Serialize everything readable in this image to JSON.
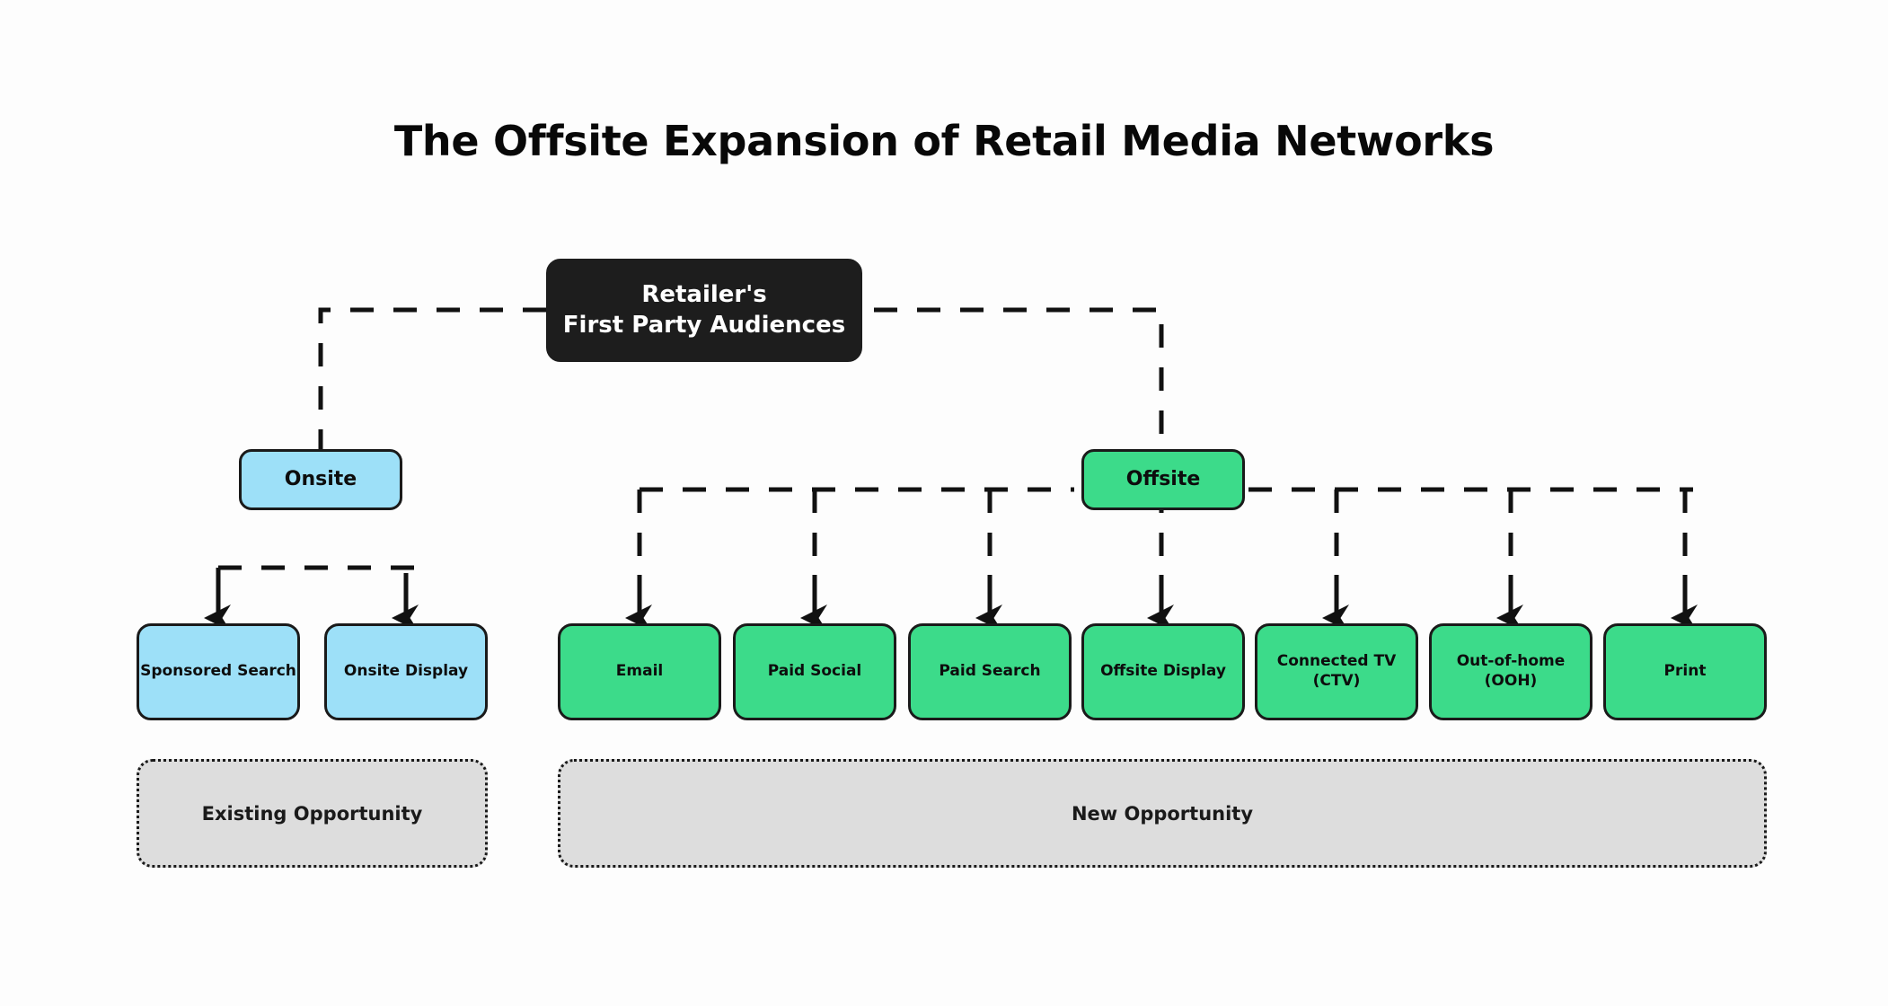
{
  "title": "The Offsite Expansion of Retail Media Networks",
  "colors": {
    "background": "#fdfdfd",
    "root_fill": "#1d1d1d",
    "root_text": "#ffffff",
    "onsite_fill": "#9DE0F8",
    "offsite_fill": "#3CDB8A",
    "group_fill": "#dddddd",
    "stroke": "#1a1a1a"
  },
  "root": {
    "line1": "Retailer's",
    "line2": "First Party Audiences"
  },
  "branches": [
    {
      "id": "onsite",
      "label": "Onsite"
    },
    {
      "id": "offsite",
      "label": "Offsite"
    }
  ],
  "onsite_children": [
    {
      "label": "Sponsored Search"
    },
    {
      "label": "Onsite Display"
    }
  ],
  "offsite_children": [
    {
      "label": "Email"
    },
    {
      "label": "Paid Social"
    },
    {
      "label": "Paid Search"
    },
    {
      "label": "Offsite Display"
    },
    {
      "label": "Connected TV (CTV)"
    },
    {
      "label": "Out-of-home (OOH)"
    },
    {
      "label": "Print"
    }
  ],
  "groups": [
    {
      "id": "existing",
      "label": "Existing Opportunity"
    },
    {
      "id": "new",
      "label": "New Opportunity"
    }
  ],
  "chart_data": {
    "type": "diagram",
    "diagram_kind": "hierarchy-tree",
    "title": "The Offsite Expansion of Retail Media Networks",
    "nodes": [
      {
        "id": "root",
        "label": "Retailer's First Party Audiences",
        "level": 0,
        "fill": "#1d1d1d"
      },
      {
        "id": "onsite",
        "label": "Onsite",
        "level": 1,
        "fill": "#9DE0F8",
        "parent": "root"
      },
      {
        "id": "offsite",
        "label": "Offsite",
        "level": 1,
        "fill": "#3CDB8A",
        "parent": "root"
      },
      {
        "id": "sponsored-search",
        "label": "Sponsored Search",
        "level": 2,
        "fill": "#9DE0F8",
        "parent": "onsite"
      },
      {
        "id": "onsite-display",
        "label": "Onsite Display",
        "level": 2,
        "fill": "#9DE0F8",
        "parent": "onsite"
      },
      {
        "id": "email",
        "label": "Email",
        "level": 2,
        "fill": "#3CDB8A",
        "parent": "offsite"
      },
      {
        "id": "paid-social",
        "label": "Paid Social",
        "level": 2,
        "fill": "#3CDB8A",
        "parent": "offsite"
      },
      {
        "id": "paid-search",
        "label": "Paid Search",
        "level": 2,
        "fill": "#3CDB8A",
        "parent": "offsite"
      },
      {
        "id": "offsite-display",
        "label": "Offsite Display",
        "level": 2,
        "fill": "#3CDB8A",
        "parent": "offsite"
      },
      {
        "id": "connected-tv",
        "label": "Connected TV (CTV)",
        "level": 2,
        "fill": "#3CDB8A",
        "parent": "offsite"
      },
      {
        "id": "out-of-home",
        "label": "Out-of-home (OOH)",
        "level": 2,
        "fill": "#3CDB8A",
        "parent": "offsite"
      },
      {
        "id": "print",
        "label": "Print",
        "level": 2,
        "fill": "#3CDB8A",
        "parent": "offsite"
      }
    ],
    "groups": [
      {
        "id": "existing",
        "label": "Existing Opportunity",
        "members": [
          "sponsored-search",
          "onsite-display"
        ]
      },
      {
        "id": "new",
        "label": "New Opportunity",
        "members": [
          "email",
          "paid-social",
          "paid-search",
          "offsite-display",
          "connected-tv",
          "out-of-home",
          "print"
        ]
      }
    ],
    "edge_style": "dashed-orthogonal-with-arrowheads"
  }
}
